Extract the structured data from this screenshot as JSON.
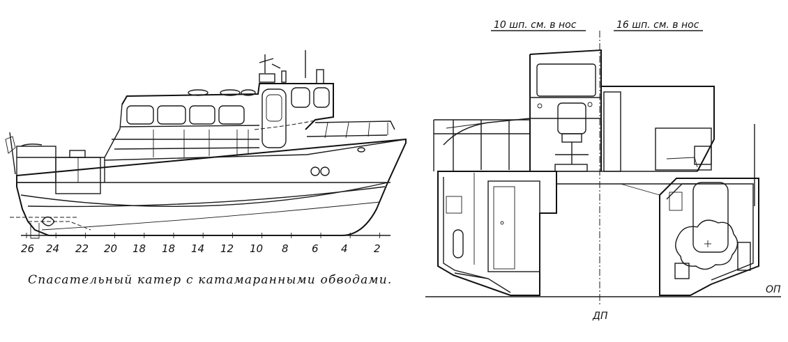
{
  "side_view": {
    "frame_numbers": [
      "26",
      "24",
      "22",
      "20",
      "18",
      "18",
      "14",
      "12",
      "10",
      "8",
      "6",
      "4",
      "2"
    ]
  },
  "caption": "Спасательный катер с катамаранными обводами.",
  "section_view": {
    "header_left": "10 шп. см. в нос",
    "header_right": "16 шп. см. в нос",
    "label_dp": "ДП",
    "label_op": "ОП"
  }
}
